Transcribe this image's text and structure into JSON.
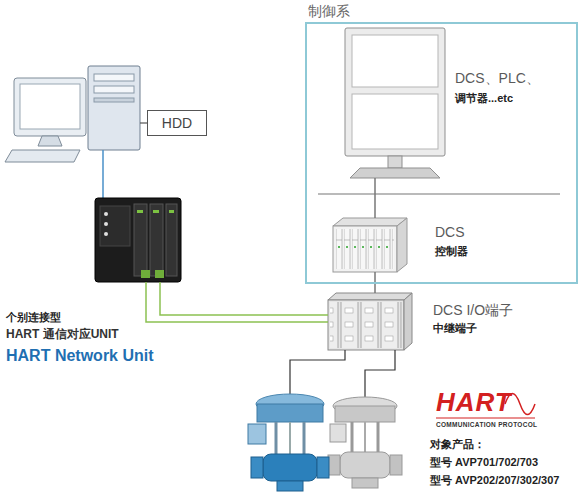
{
  "diagram": {
    "nodes": [
      {
        "text": [
          "制御系"
        ]
      },
      {
        "text": [
          "DCS、PLC、",
          "调节器...etc"
        ],
        "in": 0
      },
      {
        "text": [
          "DCS",
          "控制器"
        ],
        "in": 0
      },
      {
        "text": [
          "HDD"
        ]
      },
      {
        "text": [
          "个别连接型",
          "HART 通信对应UNIT",
          "HART Network Unit"
        ]
      },
      {
        "text": [
          "DCS I/O端子",
          "中继端子"
        ]
      }
    ],
    "edges": [
      {
        "from": 1,
        "to": 2,
        "arrow": "none"
      },
      {
        "from": 2,
        "to": 5,
        "arrow": "none"
      },
      {
        "from": 4,
        "to": 5,
        "arrow": "none"
      },
      {
        "from": 4,
        "to": 5,
        "arrow": "none"
      }
    ],
    "labels": [
      "HART",
      "COMMUNICATION PROTOCOL",
      "对象产品：",
      "型号 AVP701/702/703",
      "型号 AVP202/207/302/307"
    ]
  }
}
